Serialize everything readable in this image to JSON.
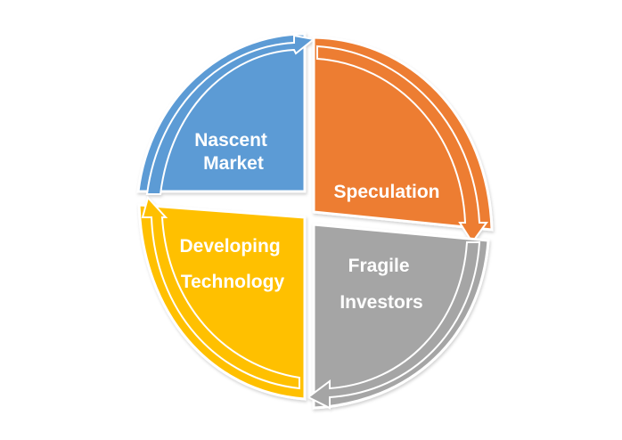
{
  "segments": [
    {
      "id": "nascent-market",
      "lines": [
        "Nascent",
        "Market"
      ],
      "color": "#5b9bd5",
      "shade": "#3f7fbd"
    },
    {
      "id": "speculation",
      "lines": [
        "Speculation"
      ],
      "color": "#ed7d31",
      "shade": "#c9611b"
    },
    {
      "id": "fragile-investors",
      "lines": [
        "Fragile",
        "Investors"
      ],
      "color": "#a5a5a5",
      "shade": "#858585"
    },
    {
      "id": "developing-technology",
      "lines": [
        "Developing",
        "Technology"
      ],
      "color": "#ffc000",
      "shade": "#d9a100"
    }
  ]
}
